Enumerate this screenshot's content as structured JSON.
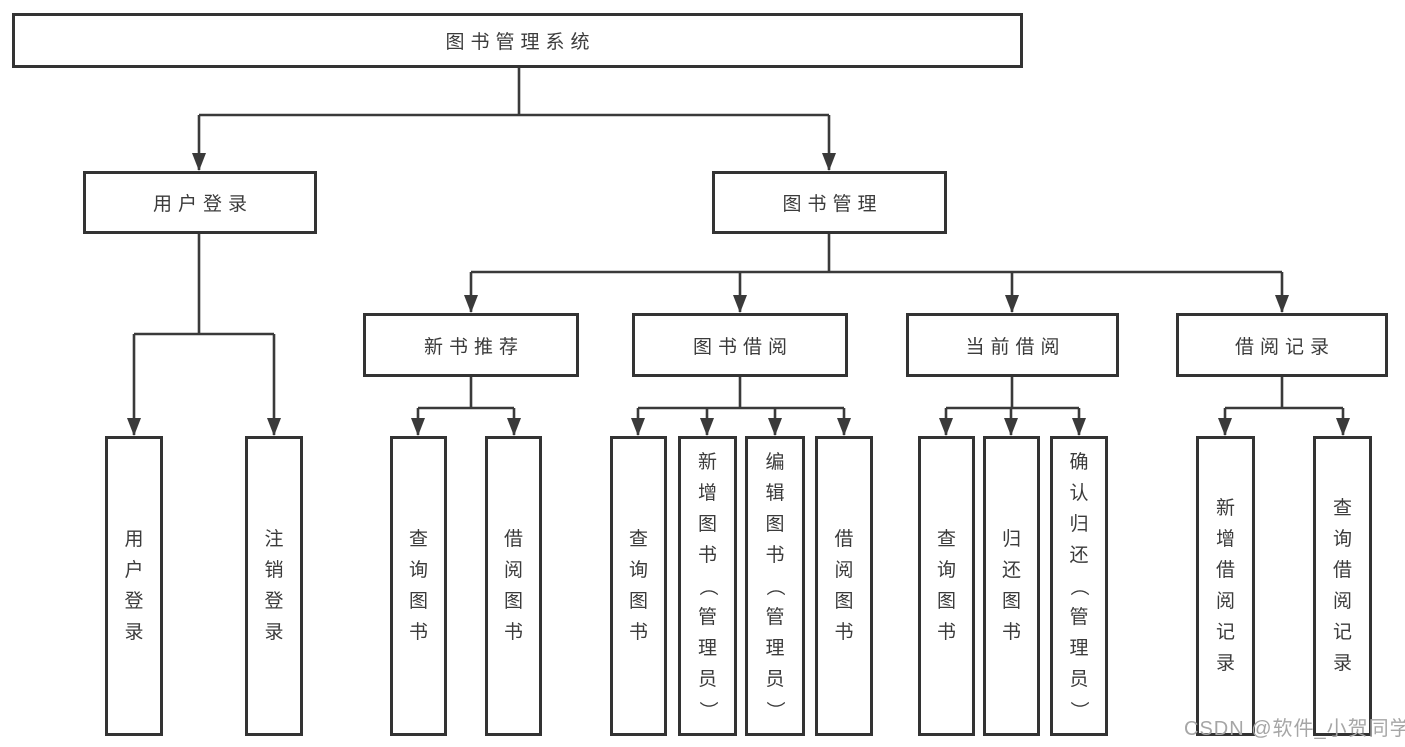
{
  "diagram_title": "图书管理系统",
  "watermark": "CSDN @软件_小贺同学",
  "colors": {
    "background": "#ffffff",
    "border": "#333333",
    "line": "#3a3a3a",
    "text": "#3b3b3b",
    "watermark": "#a6a6a6"
  },
  "tree": {
    "root": {
      "label": "图书管理系统"
    },
    "user_login": {
      "label": "用户登录",
      "children": {
        "login": "用户登录",
        "logout": "注销登录"
      }
    },
    "book_mgmt": {
      "label": "图书管理",
      "new_book": {
        "label": "新书推荐",
        "children": {
          "query": "查询图书",
          "borrow": "借阅图书"
        }
      },
      "borrow": {
        "label": "图书借阅",
        "children": {
          "query": "查询图书",
          "add": "新增图书（管理员）",
          "edit": "编辑图书（管理员）",
          "borrow": "借阅图书"
        }
      },
      "current": {
        "label": "当前借阅",
        "children": {
          "query": "查询图书",
          "return": "归还图书",
          "confirm": "确认归还（管理员）"
        }
      },
      "records": {
        "label": "借阅记录",
        "children": {
          "add": "新增借阅记录",
          "query": "查询借阅记录"
        }
      }
    }
  }
}
